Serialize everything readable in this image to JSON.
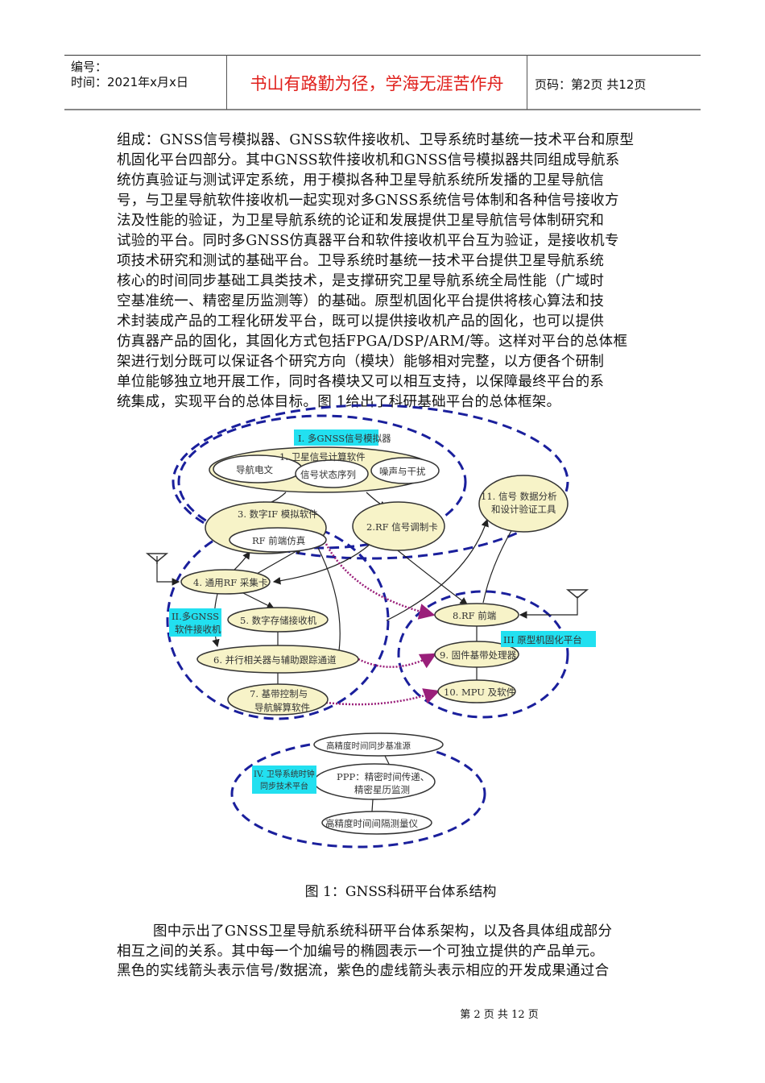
{
  "header": {
    "number_label": "编号：",
    "time_label": "时间：2021年x月x日",
    "motto": "书山有路勤为径，学海无涯苦作舟",
    "page_info": "页码：第2页 共12页"
  },
  "body_paragraph_1": [
    "组成：GNSS信号模拟器、GNSS软件接收机、卫导系统时基统一技术平台和原型",
    "机固化平台四部分。其中GNSS软件接收机和GNSS信号模拟器共同组成导航系",
    "统仿真验证与测试评定系统，用于模拟各种卫星导航系统所发播的卫星导航信",
    "号，与卫星导航软件接收机一起实现对多GNSS系统信号体制和各种信号接收方",
    "法及性能的验证，为卫星导航系统的论证和发展提供卫星导航信号体制研究和",
    "试验的平台。同时多GNSS仿真器平台和软件接收机平台互为验证，是接收机专",
    "项技术研究和测试的基础平台。卫导系统时基统一技术平台提供卫星导航系统",
    "核心的时间同步基础工具类技术，是支撑研究卫星导航系统全局性能（广域时",
    "空基准统一、精密星历监测等）的基础。原型机固化平台提供将核心算法和技",
    "术封装成产品的工程化研发平台，既可以提供接收机产品的固化，也可以提供",
    "仿真器产品的固化，其固化方式包括FPGA/DSP/ARM/等。这样对平台的总体框",
    "架进行划分既可以保证各个研究方向（模块）能够相对完整，以方便各个研制",
    "单位能够独立地开展工作，同时各模块又可以相互支持，以保障最终平台的系",
    "统集成，实现平台的总体目标。图 1给出了科研基础平台的总体框架。"
  ],
  "diagram": {
    "group_I": "I. 多GNSS信号模拟器",
    "group_II": [
      "II.多GNSS",
      "软件接收机"
    ],
    "group_III": "III 原型机固化平台",
    "group_IV": [
      "IV. 卫导系统时钟",
      "同步技术平台"
    ],
    "node_1": "1. 卫星信号计算软件",
    "node_1a": "导航电文",
    "node_1b": "信号状态序列",
    "node_1c": "噪声与干扰",
    "node_2": "2.RF 信号调制卡",
    "node_3": "3. 数字IF 模拟软件",
    "node_3a": "RF 前端仿真",
    "node_4": "4. 通用RF 采集卡",
    "node_5": "5. 数字存储接收机",
    "node_6": "6.  并行相关器与辅助跟踪通道",
    "node_7": [
      "7. 基带控制与",
      "导航解算软件"
    ],
    "node_8": "8.RF 前端",
    "node_9": "9. 固件基带处理器",
    "node_10": "10. MPU 及软件",
    "node_11": [
      "11. 信号 数据分析",
      "和设计验证工具"
    ],
    "node_iv1": "高精度时间同步基准源",
    "node_iv2": [
      "PPP：精密时间传递、",
      "精密星历监测"
    ],
    "node_iv3": "高精度时间间隔测量仪",
    "colors": {
      "dashed_group": "#1a1f9c",
      "node_fill": "#f7f3c8",
      "label_box": "#22e0f0",
      "dev_arrow": "#9a1f7a"
    }
  },
  "caption": "图 1：GNSS科研平台体系结构",
  "body_paragraph_2": [
    "图中示出了GNSS卫星导航系统科研平台体系架构，以及各具体组成部分",
    "相互之间的关系。其中每一个加编号的椭圆表示一个可独立提供的产品单元。",
    "黑色的实线箭头表示信号/数据流，紫色的虚线箭头表示相应的开发成果通过合"
  ],
  "footer": "第 2 页 共 12 页"
}
